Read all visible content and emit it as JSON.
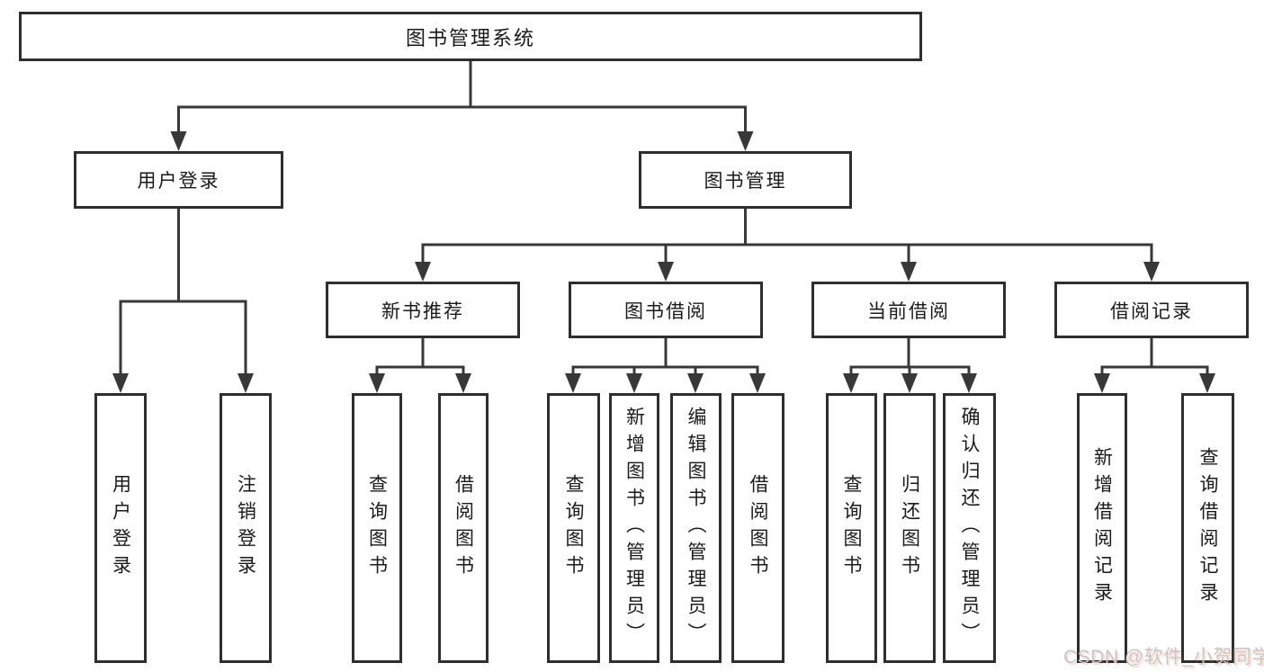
{
  "colors": {
    "background": "#ffffff",
    "line": "#383838",
    "box_border": "#2e2e2e",
    "text": "#1a1a1a",
    "watermark_text": "#c6c6c6"
  },
  "tree": {
    "root": {
      "label": "图书管理系统"
    },
    "branches": [
      {
        "label": "用户登录",
        "children": [
          {
            "label": "用户登录"
          },
          {
            "label": "注销登录"
          }
        ]
      },
      {
        "label": "图书管理",
        "children": [
          {
            "label": "新书推荐",
            "children": [
              {
                "label": "查询图书"
              },
              {
                "label": "借阅图书"
              }
            ]
          },
          {
            "label": "图书借阅",
            "children": [
              {
                "label": "查询图书"
              },
              {
                "label": "新增图书（管理员）"
              },
              {
                "label": "编辑图书（管理员）"
              },
              {
                "label": "借阅图书"
              }
            ]
          },
          {
            "label": "当前借阅",
            "children": [
              {
                "label": "查询图书"
              },
              {
                "label": "归还图书"
              },
              {
                "label": "确认归还（管理员）"
              }
            ]
          },
          {
            "label": "借阅记录",
            "children": [
              {
                "label": "新增借阅记录"
              },
              {
                "label": "查询借阅记录"
              }
            ]
          }
        ]
      }
    ]
  },
  "watermark": {
    "text": "CSDN @软件_小贺同学"
  }
}
